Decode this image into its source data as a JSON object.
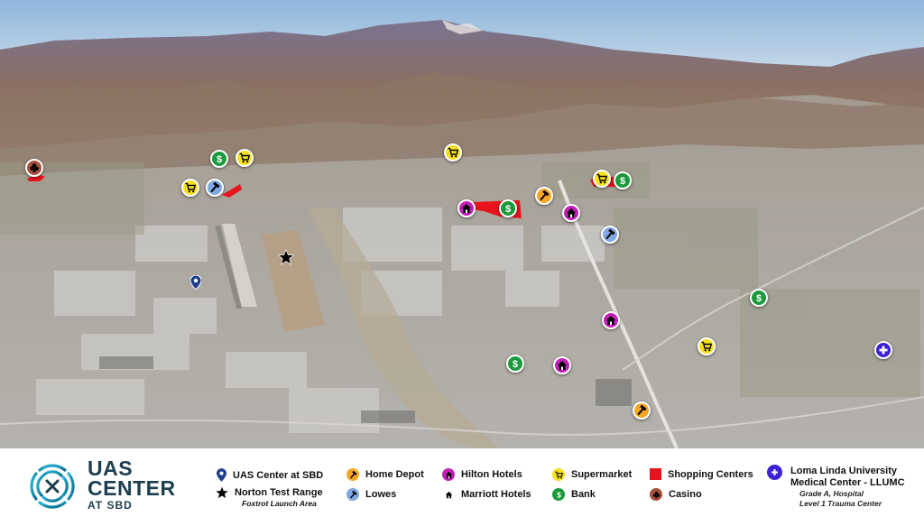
{
  "map": {
    "markers": [
      {
        "type": "casino",
        "color": "#a8513a"
      },
      {
        "type": "bank",
        "color": "#1b9a3c"
      },
      {
        "type": "supermarket",
        "color": "#f7e11a"
      },
      {
        "type": "supermarket",
        "color": "#f7e11a"
      },
      {
        "type": "lowes",
        "color": "#7fa7e0"
      },
      {
        "type": "supermarket",
        "color": "#f7e11a"
      },
      {
        "type": "supermarket",
        "color": "#f7e11a"
      },
      {
        "type": "bank",
        "color": "#1b9a3c"
      },
      {
        "type": "home-depot",
        "color": "#f5a623"
      },
      {
        "type": "hilton",
        "color": "#c21fb8"
      },
      {
        "type": "bank",
        "color": "#1b9a3c"
      },
      {
        "type": "marriott",
        "color": "#c21fb8"
      },
      {
        "type": "lowes",
        "color": "#7fa7e0"
      },
      {
        "type": "bank",
        "color": "#1b9a3c"
      },
      {
        "type": "marriott",
        "color": "#c21fb8"
      },
      {
        "type": "supermarket",
        "color": "#f7e11a"
      },
      {
        "type": "hospital",
        "color": "#3b22d6"
      },
      {
        "type": "bank",
        "color": "#1b9a3c"
      },
      {
        "type": "hilton",
        "color": "#c21fb8"
      },
      {
        "type": "home-depot",
        "color": "#f5a623"
      }
    ]
  },
  "logo": {
    "line1": "UAS",
    "line2": "CENTER",
    "line3": "AT SBD"
  },
  "legend": {
    "uas_center": "UAS Center at SBD",
    "norton": "Norton Test Range",
    "norton_sub": "Foxtrot Launch Area",
    "home_depot": "Home Depot",
    "lowes": "Lowes",
    "hilton": "Hilton Hotels",
    "marriott": "Marriott Hotels",
    "supermarket": "Supermarket",
    "bank": "Bank",
    "shopping": "Shopping Centers",
    "casino": "Casino",
    "hospital_line1": "Loma Linda University",
    "hospital_line2": "Medical Center - LLUMC",
    "hospital_sub1": "Grade A, Hospital",
    "hospital_sub2": "Level 1 Trauma Center"
  },
  "colors": {
    "home_depot": "#f5a623",
    "lowes": "#7fa7e0",
    "hilton": "#c21fb8",
    "supermarket": "#f7e11a",
    "bank": "#1b9a3c",
    "shopping": "#e8141d",
    "casino": "#a8513a",
    "hospital": "#3b22d6",
    "pin": "#1e3f8f"
  }
}
